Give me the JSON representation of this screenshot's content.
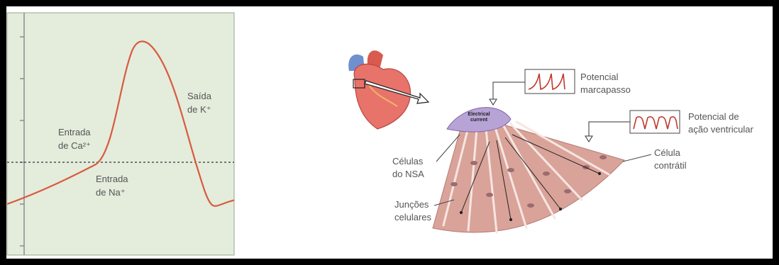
{
  "graph": {
    "label_ca_line1": "Entrada",
    "label_ca_line2": "de Ca²⁺",
    "label_na_line1": "Entrada",
    "label_na_line2": "de Na⁺",
    "label_k_line1": "Saída",
    "label_k_line2": "de K⁺",
    "panel_color": "#e4ecdc",
    "curve_color": "#d95a3e"
  },
  "diagram": {
    "pacemaker_line1": "Potencial",
    "pacemaker_line2": "marcapasso",
    "ventricular_line1": "Potencial de",
    "ventricular_line2": "ação ventricular",
    "electrical_line1": "Electrical",
    "electrical_line2": "current",
    "nsa_line1": "Células",
    "nsa_line2": "do NSA",
    "junctions_line1": "Junções",
    "junctions_line2": "celulares",
    "contractile_line1": "Célula",
    "contractile_line2": "contrátil",
    "trace_color": "#c0392b",
    "muscle_color": "#d9a39a",
    "node_color": "#b8a3d6"
  }
}
